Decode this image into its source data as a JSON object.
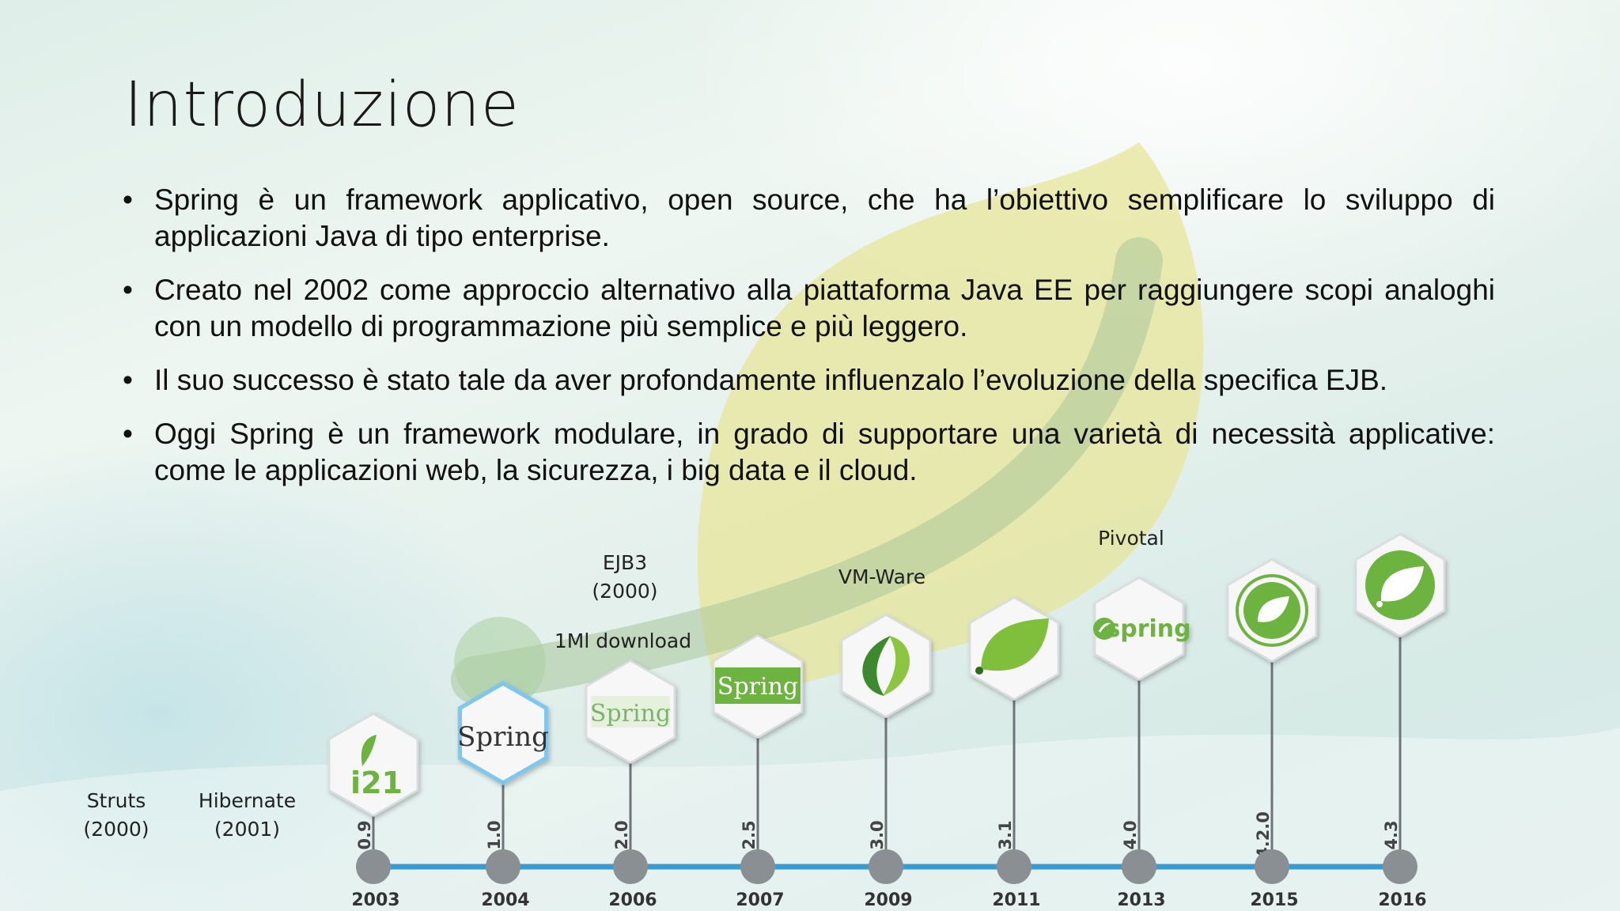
{
  "slide": {
    "title": "Introduzione",
    "bullets": [
      "Spring è un framework applicativo, open source, che ha l’obiettivo semplificare lo sviluppo di applicazioni Java di tipo enterprise.",
      "Creato nel 2002 come approccio alternativo alla piattaforma Java EE per raggiungere scopi analoghi con un modello di programmazione più semplice e più leggero.",
      "Il suo successo è stato tale da aver profondamente influenzalo l’evoluzione della specifica EJB.",
      "Oggi Spring è un framework modulare, in grado di supportare una varietà di necessità applicative: come le applicazioni web, la sicurezza, i big data e il cloud."
    ]
  },
  "annotations": {
    "struts": "Struts\n(2000)",
    "hibernate": "Hibernate\n(2001)",
    "ejb3": "EJB3\n(2000)",
    "download": "1Ml download",
    "vmware": "VM-Ware",
    "pivotal": "Pivotal"
  },
  "timeline": [
    {
      "year": "2003",
      "version": "0.9",
      "logo": "i21",
      "logo_icon": "i21-interface21-logo"
    },
    {
      "year": "2004",
      "version": "1.0",
      "logo": "Spring",
      "logo_icon": "spring-text-logo"
    },
    {
      "year": "2006",
      "version": "2.0",
      "logo": "Spring",
      "logo_icon": "spring-green-text-logo"
    },
    {
      "year": "2007",
      "version": "2.5",
      "logo": "Spring",
      "logo_icon": "spring-box-logo"
    },
    {
      "year": "2009",
      "version": "3.0",
      "logo": "",
      "logo_icon": "spring-swirl-logo"
    },
    {
      "year": "2011",
      "version": "3.1",
      "logo": "",
      "logo_icon": "spring-leaf-logo"
    },
    {
      "year": "2013",
      "version": "4.0",
      "logo": "spring",
      "logo_icon": "spring-pivotal-logo"
    },
    {
      "year": "2015",
      "version": "4.2.0",
      "logo": "",
      "logo_icon": "spring-round-leaf-logo"
    },
    {
      "year": "2016",
      "version": "4.3",
      "logo": "",
      "logo_icon": "spring-circle-leaf-logo"
    }
  ],
  "colors": {
    "timeline_line": "#3a9bd0",
    "node": "#8a8f93",
    "spring_green": "#6db33f"
  }
}
